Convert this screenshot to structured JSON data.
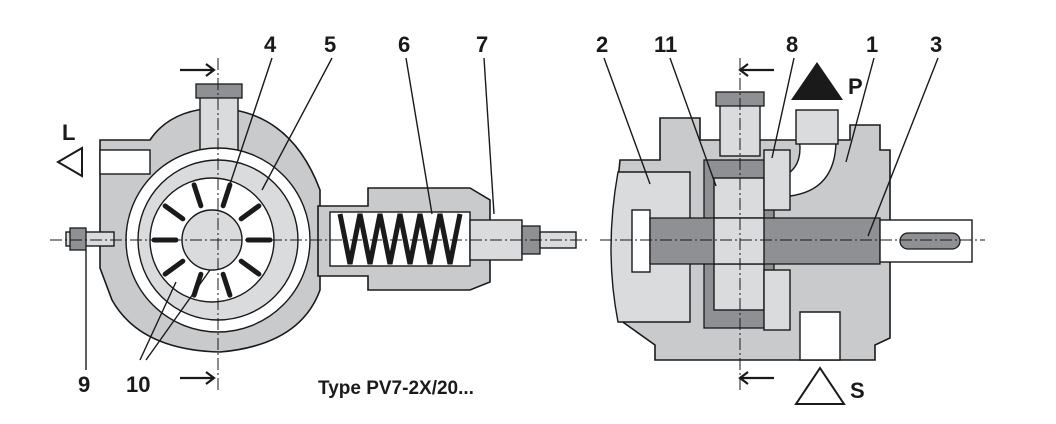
{
  "caption": "Type PV7-2X/20...",
  "callouts": {
    "n1": "1",
    "n2": "2",
    "n3": "3",
    "n4": "4",
    "n5": "5",
    "n6": "6",
    "n7": "7",
    "n8": "8",
    "n9": "9",
    "n10": "10",
    "n11": "11"
  },
  "ports": {
    "L": "L",
    "P": "P",
    "S": "S"
  }
}
